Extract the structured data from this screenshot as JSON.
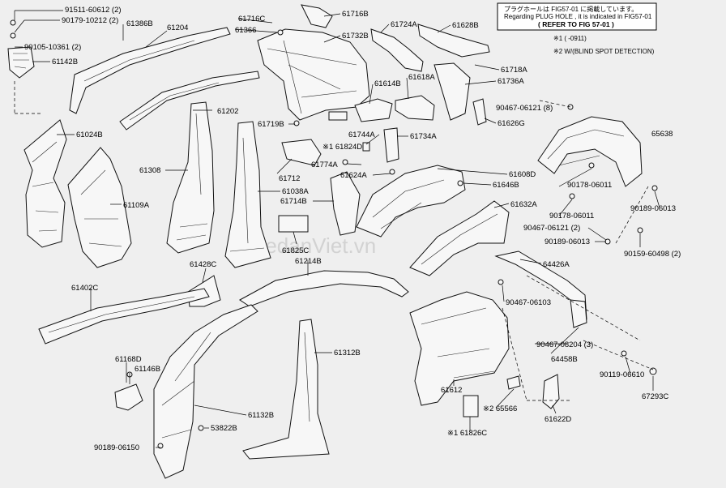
{
  "note": {
    "line1": "プラグホールは FIG57-01 に掲載しています。",
    "line2": "Regarding PLUG HOLE , it is indicated in FIG57-01",
    "line3": "( REFER TO FIG 57-01 )"
  },
  "footnotes": {
    "f1": "※1 (          -0911)",
    "f2": "※2 W/(BLIND SPOT DETECTION)"
  },
  "watermark": "SedanViet.vn",
  "labels": {
    "p91511": "91511-60612 (2)",
    "p90179": "90179-10212 (2)",
    "p90105": "90105-10361 (2)",
    "p61142B": "61142B",
    "p61386B": "61386B",
    "p61204": "61204",
    "p61716C": "61716C",
    "p61366": "61366",
    "p61716B": "61716B",
    "p61732B": "61732B",
    "p61724A": "61724A",
    "p61628B": "61628B",
    "p61718A": "61718A",
    "p61736A": "61736A",
    "p61614B": "61614B",
    "p61618A": "61618A",
    "p61202": "61202",
    "p90467a": "90467-06121 (8)",
    "p61626G": "61626G",
    "p61024B": "61024B",
    "p61719B": "61719B",
    "p61824D": "※1 61824D",
    "p61744A": "61744A",
    "p61734A": "61734A",
    "p65638": "65638",
    "p61308": "61308",
    "p61774A": "61774A",
    "p61624A": "61624A",
    "p61608D": "61608D",
    "p90178a": "90178-06011",
    "p61712": "61712",
    "p61646B": "61646B",
    "p61109A": "61109A",
    "p61038A": "61038A",
    "p61714B": "61714B",
    "p61632A": "61632A",
    "p90189a": "90189-06013",
    "p90178b": "90178-06011",
    "p90467b": "90467-06121 (2)",
    "p90189b": "90189-06013",
    "p61825C": "61825C",
    "p90159": "90159-60498 (2)",
    "p61428C": "61428C",
    "p61214B": "61214B",
    "p64426A": "64426A",
    "p61402C": "61402C",
    "p90467c": "90467-06103",
    "p61312B": "61312B",
    "p90467d": "90467-08204 (3)",
    "p64458B": "64458B",
    "p61168D": "61168D",
    "p61146B": "61146B",
    "p90119": "90119-06610",
    "p67293C": "67293C",
    "p61612": "61612",
    "p65566": "※2 65566",
    "p61622D": "61622D",
    "p61132B": "61132B",
    "p53822B": "53822B",
    "p90189c": "90189-06150",
    "p61826C": "※1 61826C"
  }
}
